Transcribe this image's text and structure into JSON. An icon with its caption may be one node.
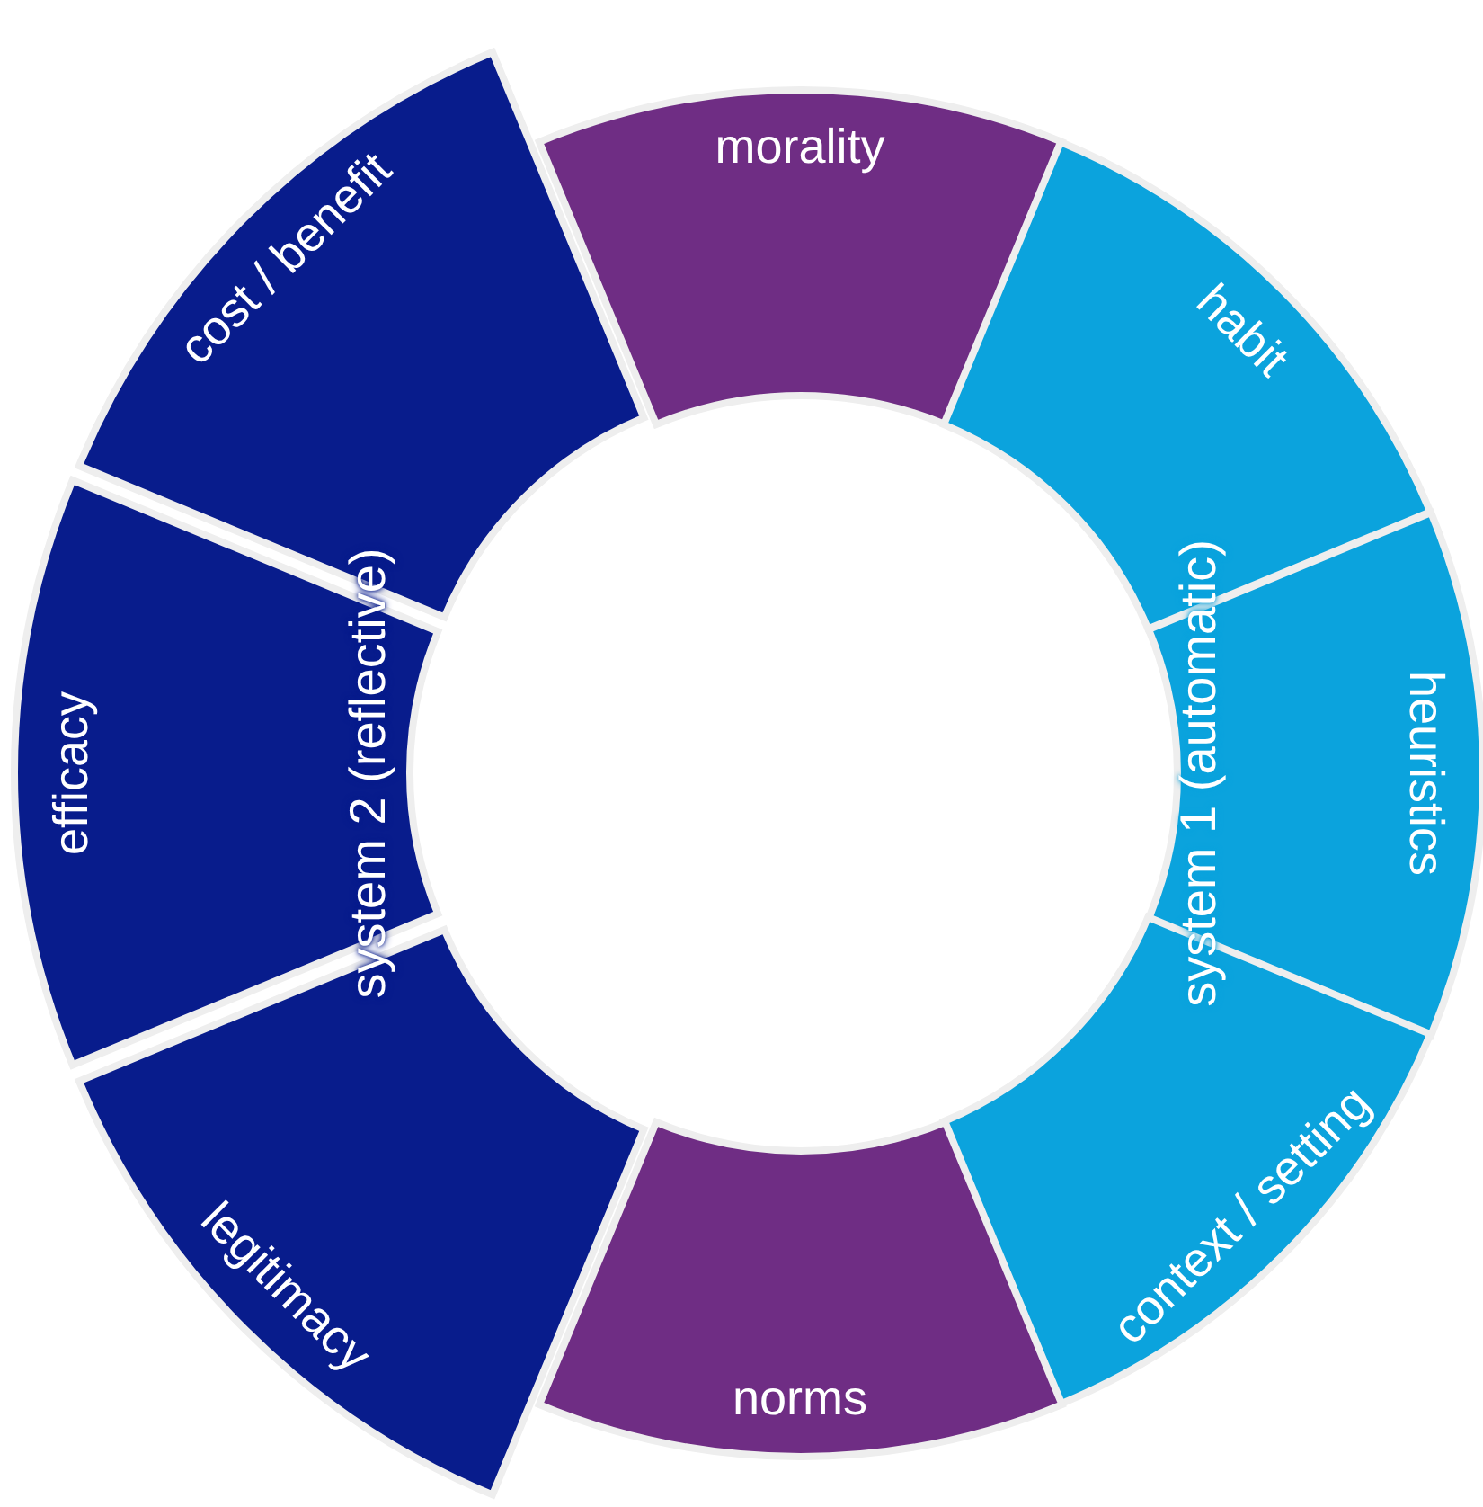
{
  "diagram": {
    "nodes": [
      {
        "text": [
          "morality"
        ]
      },
      {
        "text": [
          "habit"
        ]
      },
      {
        "text": [
          "heuristics"
        ]
      },
      {
        "text": [
          "context / setting"
        ]
      },
      {
        "text": [
          "norms"
        ]
      },
      {
        "text": [
          "legitimacy"
        ]
      },
      {
        "text": [
          "efficacy"
        ]
      },
      {
        "text": [
          "cost / benefit"
        ]
      }
    ],
    "labels": [
      "system 2 (reflective)",
      "system 1 (automatic)"
    ]
  }
}
